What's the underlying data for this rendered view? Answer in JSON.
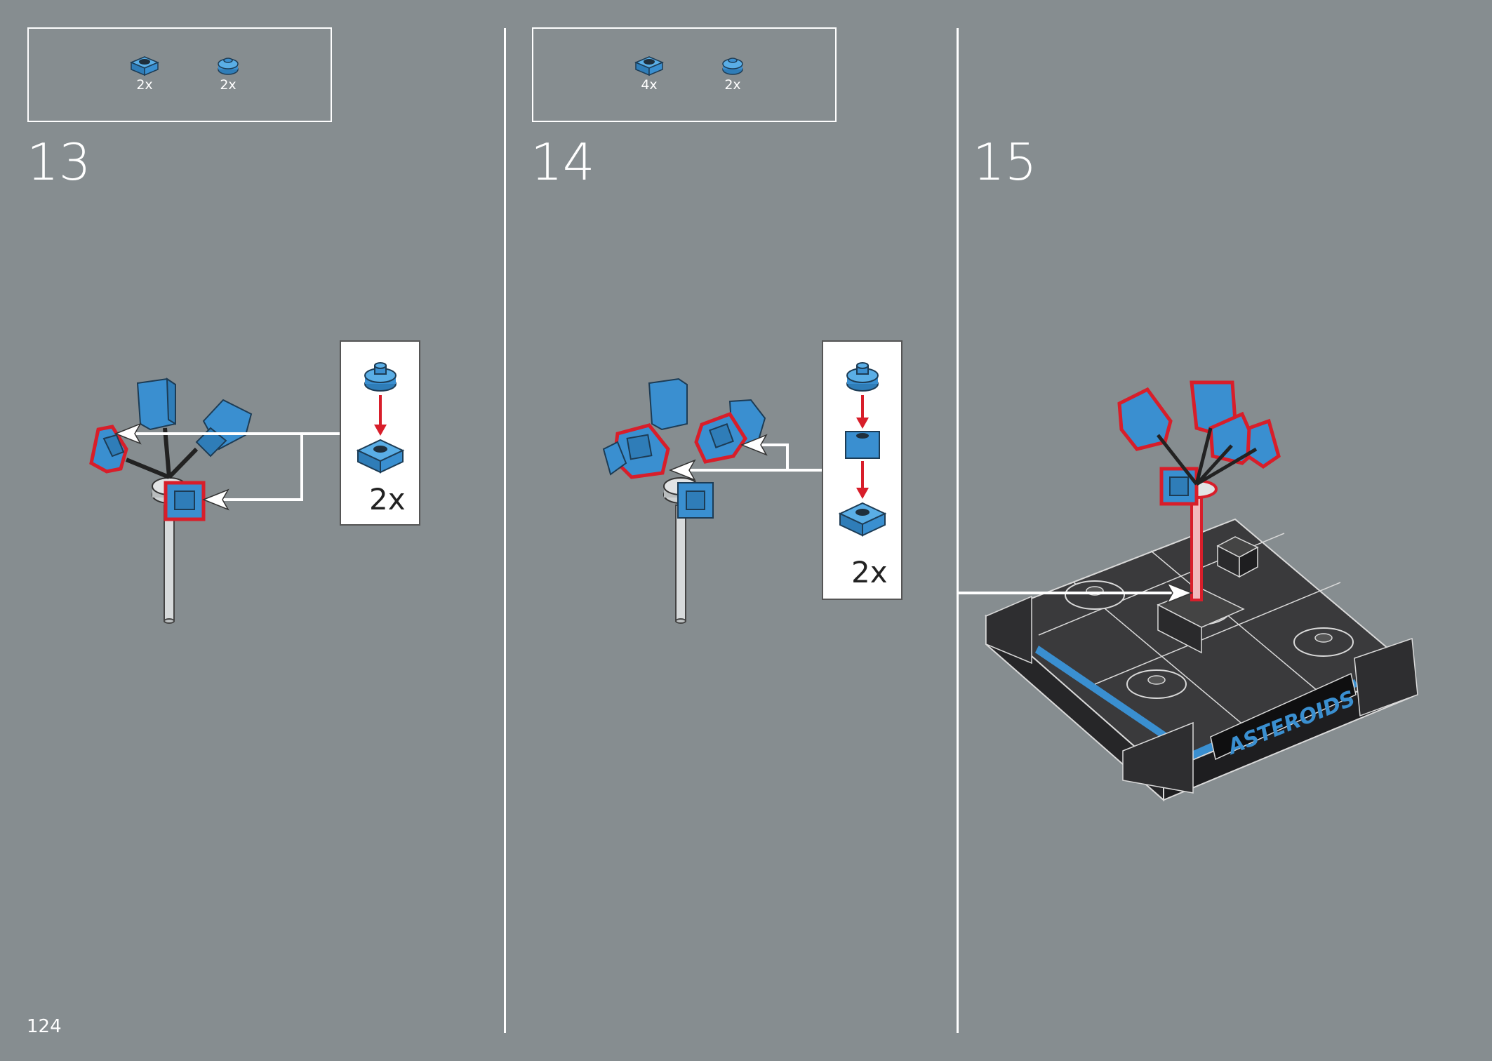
{
  "page": {
    "number": "124"
  },
  "steps": [
    {
      "number": "13",
      "parts": [
        {
          "icon": "blue-plate-1x1-icon",
          "qty": "2x"
        },
        {
          "icon": "blue-round-plate-1x1-icon",
          "qty": "2x"
        }
      ],
      "callout": {
        "qty": "2x"
      }
    },
    {
      "number": "14",
      "parts": [
        {
          "icon": "blue-plate-1x1-icon",
          "qty": "4x"
        },
        {
          "icon": "blue-round-plate-1x1-icon",
          "qty": "2x"
        }
      ],
      "callout": {
        "qty": "2x"
      }
    },
    {
      "number": "15",
      "base_label": "ASTEROIDS"
    }
  ],
  "colors": {
    "background": "#868d90",
    "brick_blue": "#3a8fd0",
    "highlight_red": "#d81e2a",
    "base_dark": "#2f2f31"
  }
}
